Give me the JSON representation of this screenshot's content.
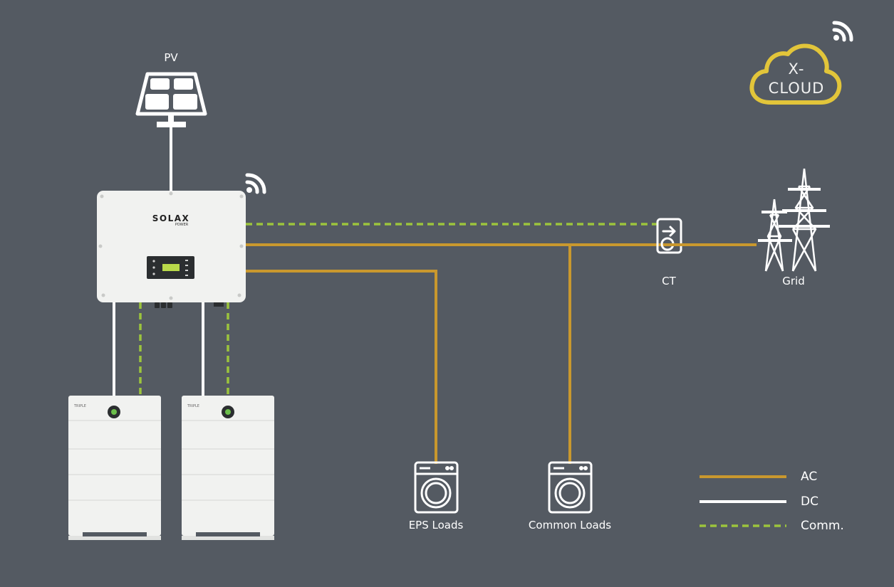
{
  "labels": {
    "pv": "PV",
    "ct": "CT",
    "grid": "Grid",
    "eps_loads": "EPS Loads",
    "common_loads": "Common Loads"
  },
  "inverter": {
    "brand": "SOLAX",
    "sub": "POWER"
  },
  "battery": {
    "brand": "TRIPLE"
  },
  "cloud": {
    "line1": "X-",
    "line2": "CLOUD"
  },
  "legend": [
    {
      "label": "AC",
      "style": "solid",
      "color": "#c9982e"
    },
    {
      "label": "DC",
      "style": "solid",
      "color": "#ffffff"
    },
    {
      "label": "Comm.",
      "style": "dashed",
      "color": "#9cc43c"
    }
  ],
  "colors": {
    "background": "#545a62",
    "ac": "#c9982e",
    "dc": "#ffffff",
    "comm": "#9cc43c",
    "cloud": "#e2c53a"
  },
  "icons": [
    "solar-panel-icon",
    "wifi-icon",
    "inverter-icon",
    "battery-icon",
    "ct-meter-icon",
    "transmission-tower-icon",
    "washing-machine-icon",
    "cloud-icon"
  ]
}
